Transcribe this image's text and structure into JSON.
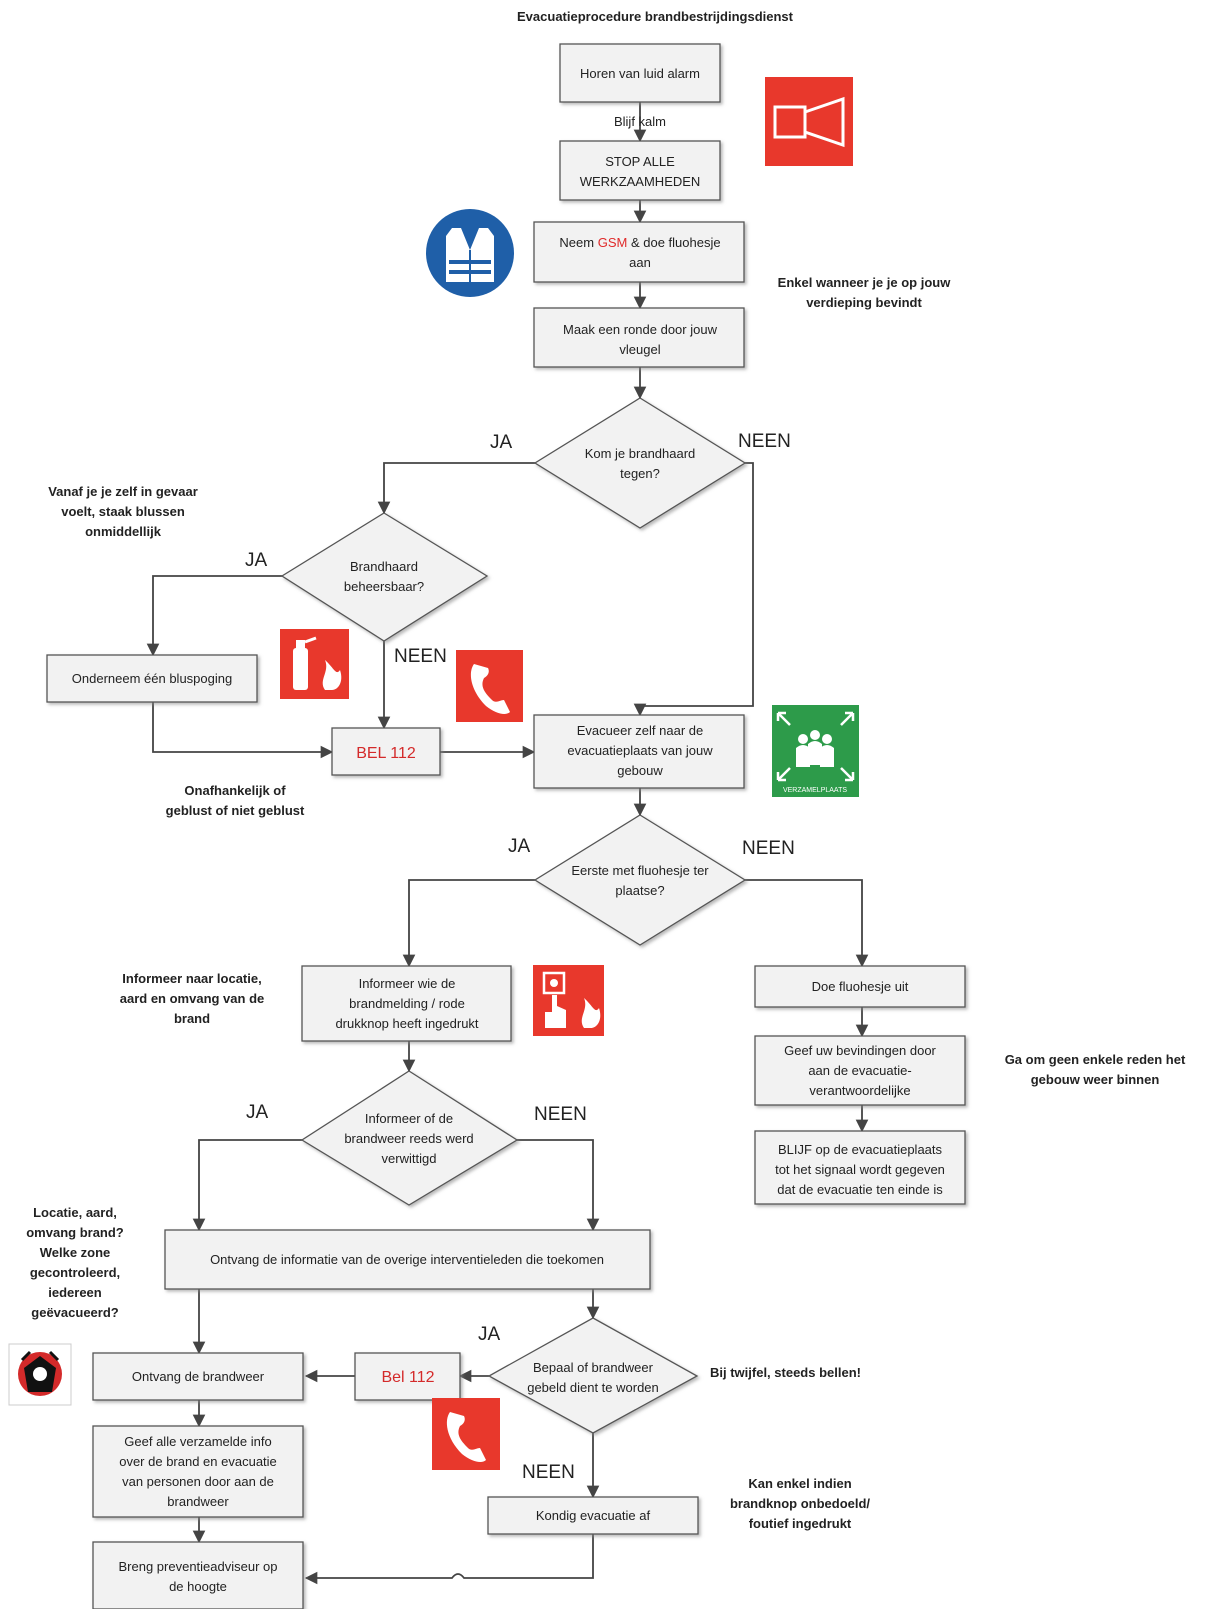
{
  "title": "Evacuatieprocedure brandbestrijdingsdienst",
  "steps": {
    "alarm": "Horen van luid alarm",
    "calm": "Blijf kalm",
    "stop": [
      "STOP ALLE",
      "WERKZAAMHEDEN"
    ],
    "gsm_pre": "Neem ",
    "gsm_red": "GSM",
    "gsm_post": " & doe fluohesje",
    "gsm_line2": "aan",
    "round": [
      "Maak een ronde door jouw",
      "vleugel"
    ],
    "fire_q": [
      "Kom je brandhaard",
      "tegen?"
    ],
    "control_q": [
      "Brandhaard",
      "beheersbaar?"
    ],
    "extinguish": "Onderneem één bluspoging",
    "call1": "BEL 112",
    "evacuate": [
      "Evacueer zelf naar de",
      "evacuatieplaats van jouw",
      "gebouw"
    ],
    "first_q": [
      "Eerste met fluohesje ter",
      "plaatse?"
    ],
    "inform_who": [
      "Informeer wie de",
      "brandmelding / rode",
      "drukknop heeft ingedrukt"
    ],
    "vest_off": "Doe fluohesje uit",
    "report": [
      "Geef uw bevindingen door",
      "aan de evacuatie-",
      "verantwoordelijke"
    ],
    "stay": [
      "BLIJF op de evacuatieplaats",
      "tot het signaal wordt gegeven",
      "dat de evacuatie ten einde is"
    ],
    "brigade_q": [
      "Informeer of de",
      "brandweer reeds werd",
      "verwittigd"
    ],
    "receive_info": "Ontvang de informatie van de overige interventieleden die toekomen",
    "decide_q": [
      "Bepaal of brandweer",
      "gebeld dient te worden"
    ],
    "call2": "Bel 112",
    "receive_brigade": "Ontvang de brandweer",
    "give_info": [
      "Geef alle verzamelde info",
      "over de brand en evacuatie",
      "van personen door aan de",
      "brandweer"
    ],
    "cancel": "Kondig evacuatie af",
    "advisor": [
      "Breng preventieadviseur op",
      "de hoogte"
    ]
  },
  "labels": {
    "yes": "JA",
    "no": "NEEN"
  },
  "notes": {
    "floor": [
      "Enkel wanneer je je op jouw",
      "verdieping bevindt"
    ],
    "danger": [
      "Vanaf je je zelf in gevaar",
      "voelt, staak blussen",
      "onmiddellijk"
    ],
    "regardless": [
      "Onafhankelijk of",
      "geblust of niet geblust"
    ],
    "inform_location": [
      "Informeer naar locatie,",
      "aard en omvang van de",
      "brand"
    ],
    "no_reentry": [
      "Ga om geen enkele reden het",
      "gebouw weer binnen"
    ],
    "checklist": [
      "Locatie, aard,",
      "omvang brand?",
      "Welke zone",
      "gecontroleerd,",
      "iedereen",
      "geëvacueerd?"
    ],
    "doubt": "Bij twijfel, steeds bellen!",
    "only_if": [
      "Kan enkel indien",
      "brandknop onbedoeld/",
      "foutief ingedrukt"
    ]
  },
  "icons": {
    "alarm": "alarm-horn-icon",
    "vest": "safety-vest-icon",
    "extinguisher": "fire-extinguisher-icon",
    "phone": "emergency-phone-icon",
    "assembly": "assembly-point-icon",
    "assembly_text": "VERZAMELPLAATS",
    "call_point": "fire-alarm-call-point-icon",
    "fire_brigade": "fire-brigade-logo-icon"
  },
  "colors": {
    "safety_red": "#e8382c",
    "mandatory_blue": "#1f5fa8",
    "safe_green": "#2d9b4a"
  }
}
